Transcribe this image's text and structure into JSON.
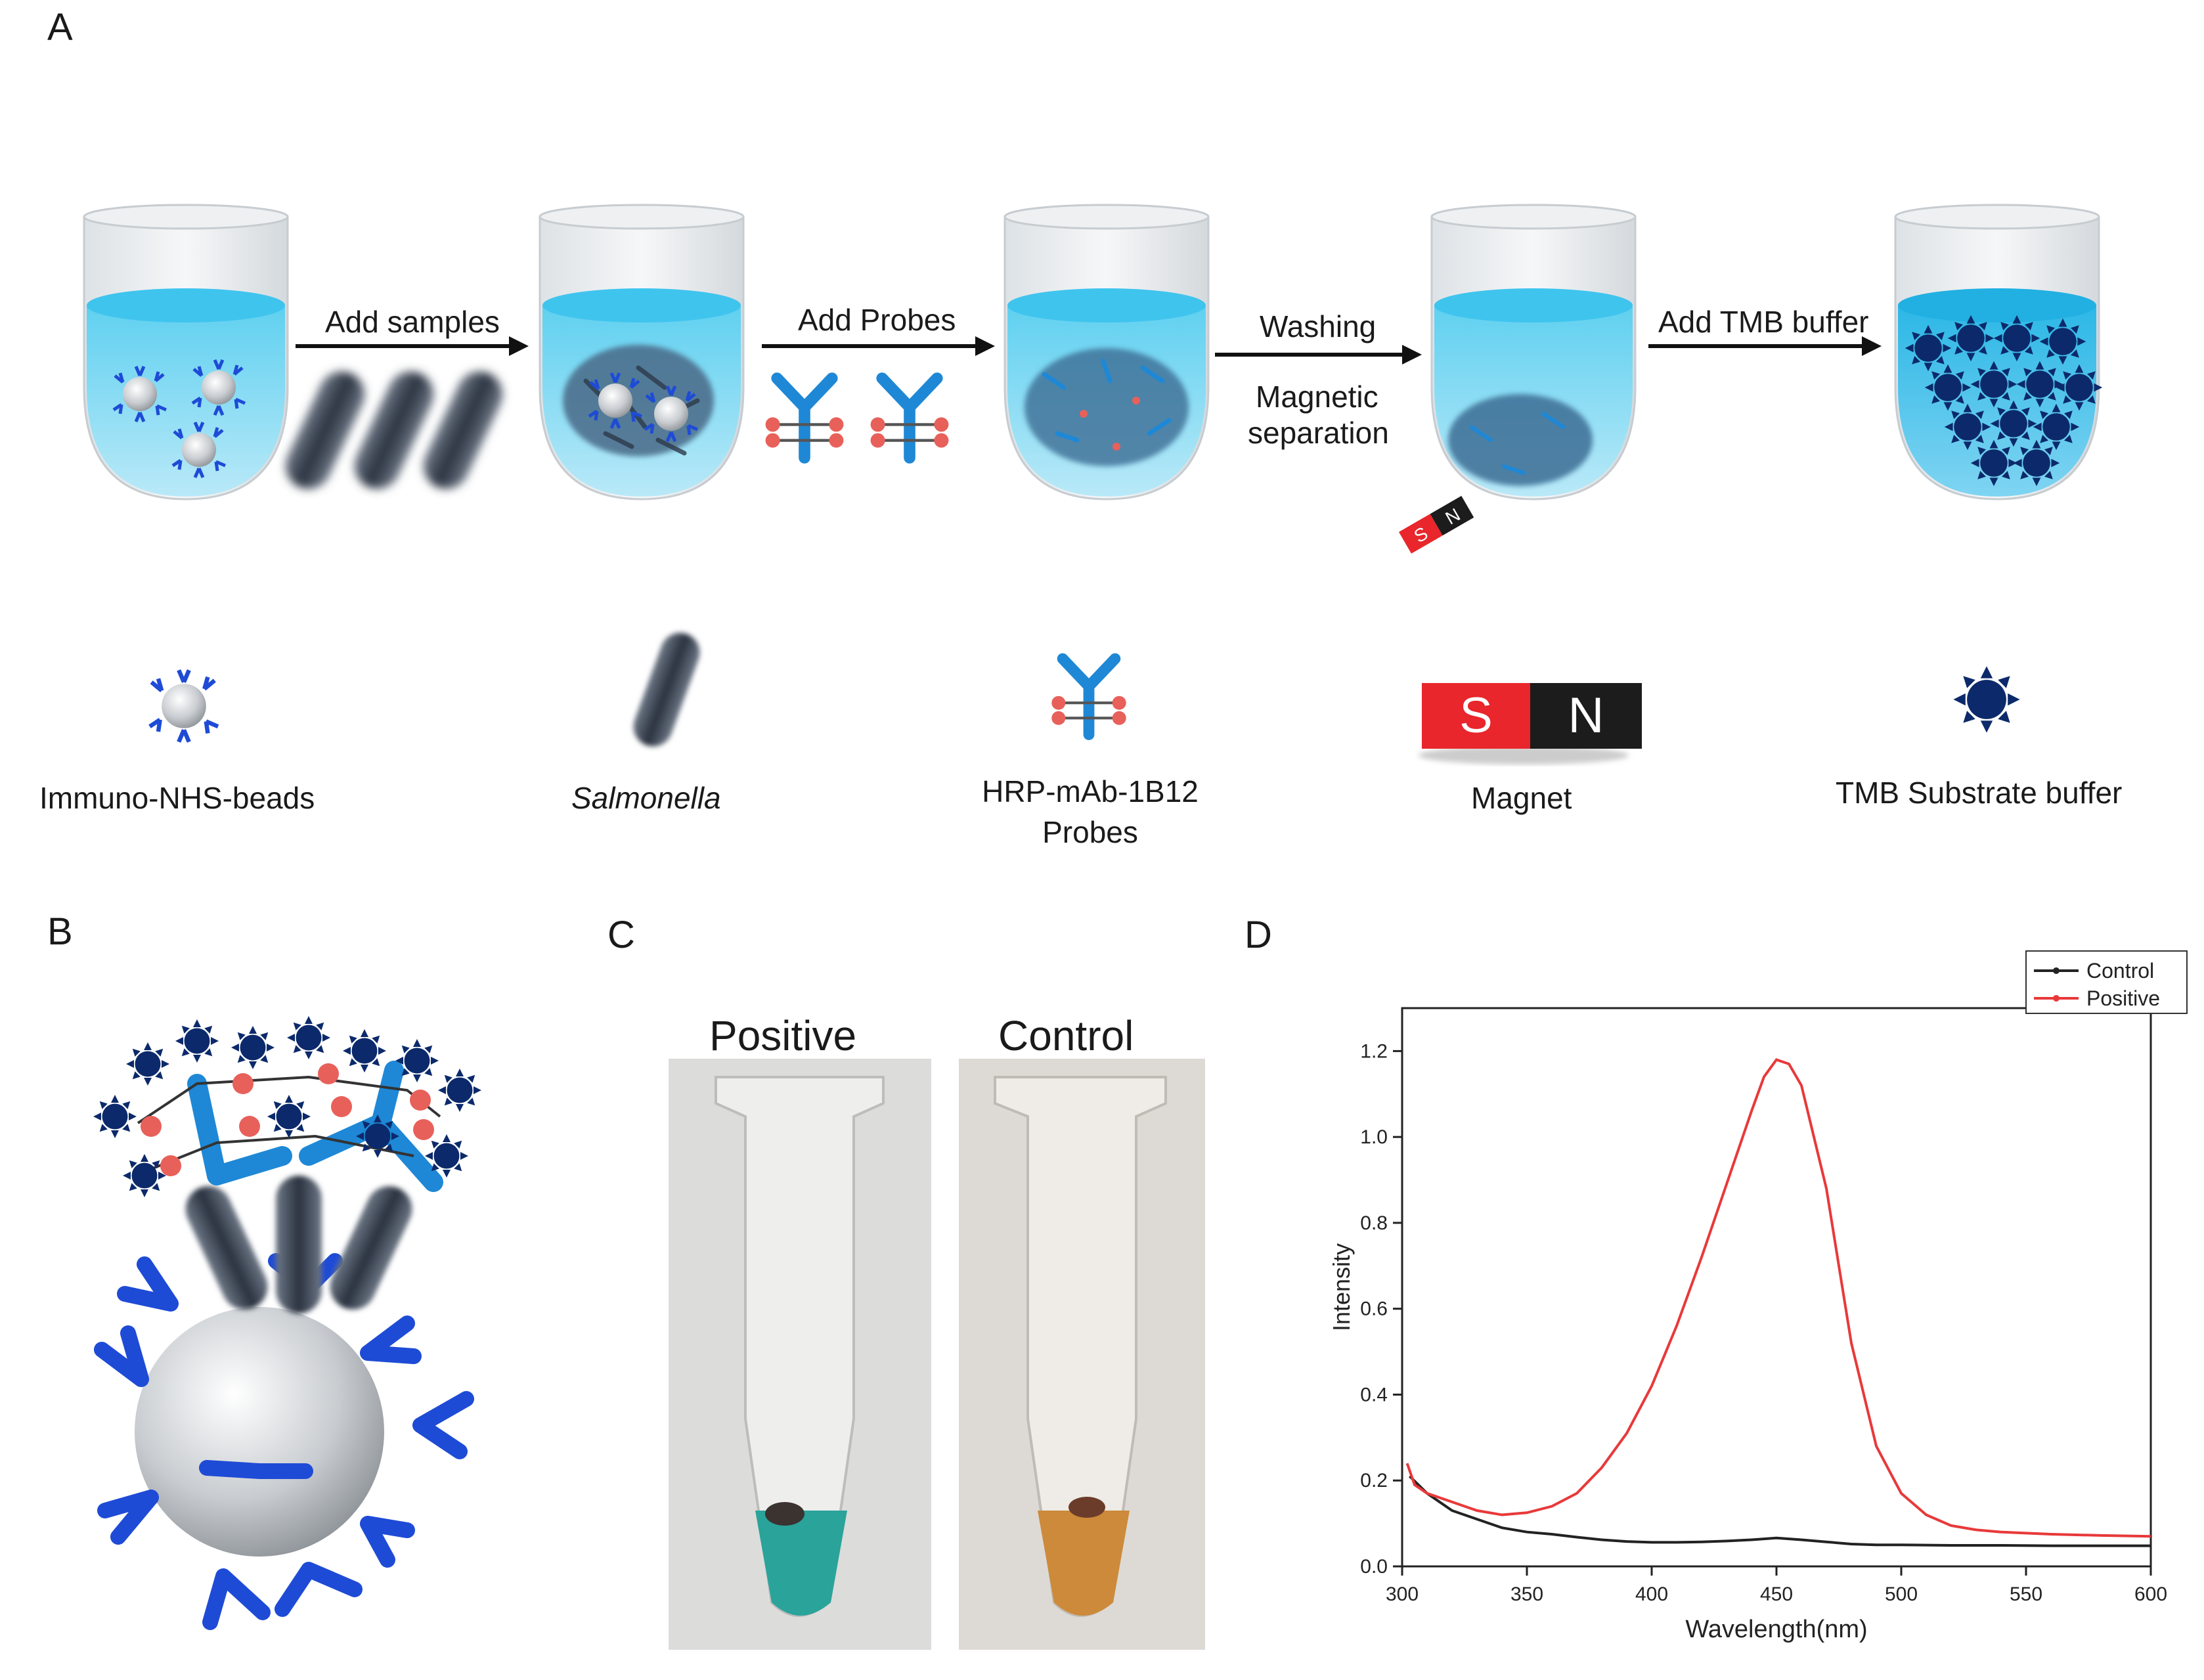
{
  "panels": {
    "a": "A",
    "b": "B",
    "c": "C",
    "d": "D"
  },
  "panel_a": {
    "steps": [
      "Add samples",
      "Add Probes",
      "Washing",
      "Magnetic",
      "separation",
      "Add TMB buffer"
    ],
    "legend": {
      "beads": "Immuno-NHS-beads",
      "salmonella": "Salmonella",
      "probes_line1": "HRP-mAb-1B12",
      "probes_line2": "Probes",
      "magnet": "Magnet",
      "tmb": "TMB Substrate buffer",
      "magnet_s": "S",
      "magnet_n": "N"
    }
  },
  "panel_c": {
    "positive": "Positive",
    "control": "Control"
  },
  "chart_data": {
    "type": "line",
    "xlabel": "Wavelength(nm)",
    "ylabel": "Intensity",
    "xlim": [
      300,
      600
    ],
    "ylim": [
      0.0,
      1.3
    ],
    "xticks": [
      300,
      350,
      400,
      450,
      500,
      550,
      600
    ],
    "yticks": [
      0.0,
      0.2,
      0.4,
      0.6,
      0.8,
      1.0,
      1.2
    ],
    "xtick_labels": [
      "300",
      "350",
      "400",
      "450",
      "500",
      "550",
      "600"
    ],
    "ytick_labels": [
      "0.0",
      "0.2",
      "0.4",
      "0.6",
      "0.8",
      "1.0",
      "1.2"
    ],
    "legend": "top-right",
    "grid": false,
    "series": [
      {
        "name": "Control",
        "color": "#222222",
        "x": [
          303,
          310,
          320,
          330,
          340,
          350,
          360,
          370,
          380,
          390,
          400,
          410,
          420,
          430,
          440,
          450,
          460,
          470,
          480,
          490,
          500,
          520,
          540,
          560,
          580,
          600
        ],
        "y": [
          0.21,
          0.17,
          0.13,
          0.11,
          0.09,
          0.08,
          0.075,
          0.068,
          0.062,
          0.058,
          0.056,
          0.056,
          0.057,
          0.059,
          0.062,
          0.066,
          0.062,
          0.057,
          0.052,
          0.05,
          0.05,
          0.049,
          0.049,
          0.048,
          0.048,
          0.048
        ]
      },
      {
        "name": "Positive",
        "color": "#e8393a",
        "x": [
          302,
          305,
          310,
          320,
          330,
          340,
          350,
          360,
          370,
          380,
          390,
          400,
          410,
          420,
          430,
          440,
          445,
          450,
          455,
          460,
          470,
          480,
          490,
          500,
          510,
          520,
          530,
          540,
          560,
          580,
          600
        ],
        "y": [
          0.24,
          0.19,
          0.17,
          0.15,
          0.13,
          0.12,
          0.125,
          0.14,
          0.17,
          0.23,
          0.31,
          0.42,
          0.56,
          0.72,
          0.89,
          1.06,
          1.14,
          1.18,
          1.17,
          1.12,
          0.88,
          0.52,
          0.28,
          0.17,
          0.12,
          0.095,
          0.085,
          0.08,
          0.075,
          0.072,
          0.07
        ]
      }
    ]
  }
}
